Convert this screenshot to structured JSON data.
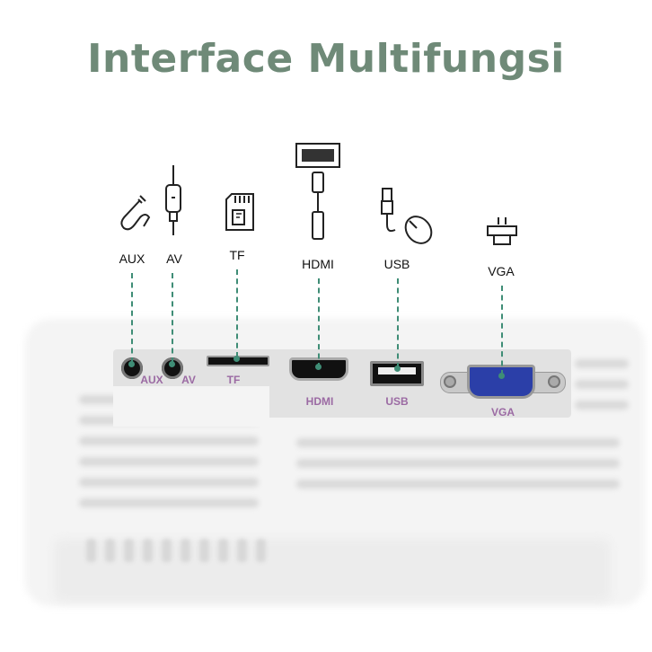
{
  "title": "Interface Multifungsi",
  "ports": {
    "aux": {
      "label": "AUX",
      "port_label": "AUX"
    },
    "av": {
      "label": "AV",
      "port_label": "AV"
    },
    "tf": {
      "label": "TF",
      "port_label": "TF"
    },
    "hdmi": {
      "label": "HDMI",
      "port_label": "HDMI"
    },
    "usb": {
      "label": "USB",
      "port_label": "USB"
    },
    "vga": {
      "label": "VGA",
      "port_label": "VGA"
    }
  },
  "colors": {
    "title": "#6f8a78",
    "leader_line": "#3f8d76",
    "port_label": "#9b6aa3",
    "vga_port": "#2b3fa8"
  },
  "icons": [
    "aux-cable-icon",
    "av-cable-icon",
    "sd-card-icon",
    "hdmi-cable-icon",
    "usb-mouse-icon",
    "vga-connector-icon"
  ]
}
